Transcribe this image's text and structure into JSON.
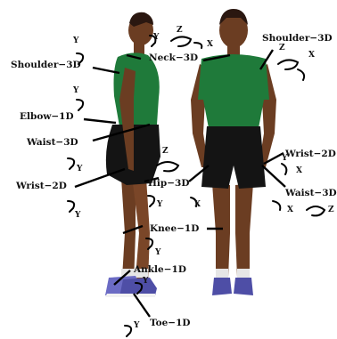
{
  "joints": {
    "shoulder_left": "Shoulder−3D",
    "elbow": "Elbow−1D",
    "waist_left": "Waist−3D",
    "wrist_left": "Wrist−2D",
    "neck": "Neck−3D",
    "shoulder_right": "Shoulder−3D",
    "hip": "Hip−3D",
    "knee": "Knee−1D",
    "ankle": "Ankle−1D",
    "toe": "Toe−1D",
    "wrist_right": "Wrist−2D",
    "waist_right": "Waist−3D"
  },
  "axes": {
    "y": "Y",
    "z": "Z",
    "x": "X"
  },
  "colors": {
    "shirt": "#1f7a3a",
    "shorts": "#141414",
    "skin": "#6b3d22",
    "shoe": "#5b5bb0",
    "pointer": "#000000"
  }
}
